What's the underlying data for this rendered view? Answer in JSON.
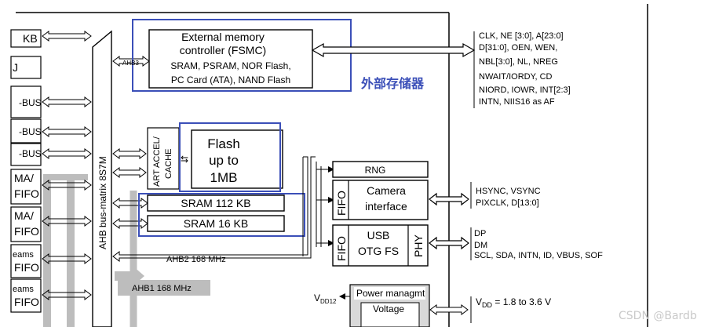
{
  "fsmc": {
    "title_line1": "External memory",
    "title_line2": "controller (FSMC)",
    "types_line1": "SRAM, PSRAM, NOR Flash,",
    "types_line2": "PC Card (ATA), NAND Flash",
    "ahb_tag": "AHB3",
    "annotation_cn": "外部存储器"
  },
  "fsmc_signals": [
    "CLK, NE [3:0], A[23:0]",
    "D[31:0], OEN, WEN,",
    "NBL[3:0], NL, NREG",
    "NWAIT/IORDY, CD",
    "NIORD, IOWR, INT[2:3]",
    "INTN, NIIS16 as AF"
  ],
  "left_labels": [
    "KB",
    "J",
    "-BUS",
    "-BUS",
    "-BUS",
    "MA/",
    "FIFO",
    "MA/",
    "FIFO",
    "eams",
    "FIFO",
    "eams",
    "FIFO"
  ],
  "bus_matrix": "AHB bus-matrix 8S7M",
  "art": {
    "line1": "ART ACCEL/",
    "line2": "CACHE"
  },
  "flash": {
    "line1": "Flash",
    "line2": "up to",
    "line3": "1MB"
  },
  "sram": {
    "sram1": "SRAM 112 KB",
    "sram2": "SRAM 16 KB"
  },
  "rng": "RNG",
  "camera": {
    "fifo": "FIFO",
    "line1": "Camera",
    "line2": "interface"
  },
  "camera_signals": [
    "HSYNC, VSYNC",
    "PIXCLK, D[13:0]"
  ],
  "usb": {
    "fifo": "FIFO",
    "phy": "PHY",
    "line1": "USB",
    "line2": "OTG FS"
  },
  "usb_signals": [
    "DP",
    "DM",
    "SCL, SDA, INTN, ID, VBUS, SOF"
  ],
  "ahb2": "AHB2 168 MHz",
  "ahb1": "AHB1 168 MHz",
  "power": {
    "label": "Power managmt",
    "voltage": "Voltage"
  },
  "vdd12": {
    "main": "V",
    "sub": "DD12"
  },
  "vdd": {
    "main": "V",
    "sub": "DD",
    "rest": " = 1.8 to 3.6 V"
  },
  "watermark": "CSDN @Bardb",
  "colors": {
    "highlight": "#3b4fb8",
    "grey_bus": "#bdbdbd",
    "power_box": "#d9d9d9"
  }
}
